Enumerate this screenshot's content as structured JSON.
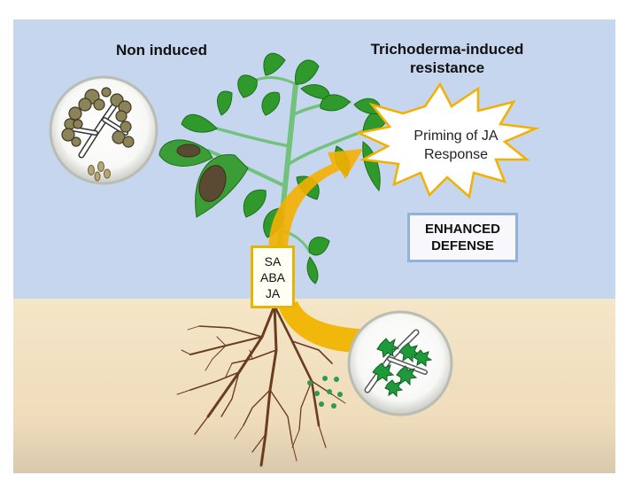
{
  "labels": {
    "non_induced": "Non induced",
    "induced_title": "Trichoderma-induced resistance",
    "priming": "Priming of JA Response",
    "enhanced_defense": [
      "ENHANCED",
      "DEFENSE"
    ],
    "hormones": [
      "SA",
      "ABA",
      "JA"
    ]
  },
  "colors": {
    "sky": "#c5d6ee",
    "soil": "#f3e4c5",
    "leaf": "#2e9a2a",
    "stem": "#6fc07b",
    "root": "#6b3c1e",
    "arrow": "#f4b000",
    "hormone_border": "#e5b600",
    "defense_border": "#8fb3d9",
    "lesion": "#5b4a33",
    "trichoderma": "#1f9a3b"
  }
}
